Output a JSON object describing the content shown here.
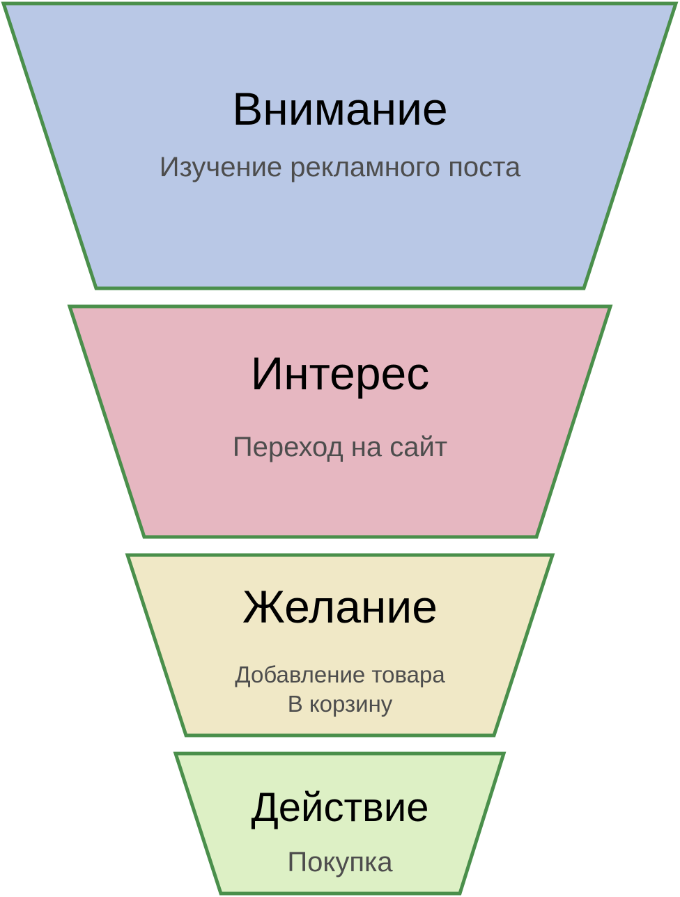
{
  "colors": {
    "stroke": "#4a8f4b",
    "stage_fills": [
      "#b9c8e6",
      "#e6b7c1",
      "#f0e8c6",
      "#ddf0c5"
    ]
  },
  "stages": [
    {
      "title": "Внимание",
      "subtitle": "Изучение рекламного поста"
    },
    {
      "title": "Интерес",
      "subtitle": "Переход на сайт"
    },
    {
      "title": "Желание",
      "subtitle_lines": [
        "Добавление товара",
        "В корзину"
      ]
    },
    {
      "title": "Действие",
      "subtitle": "Покупка"
    }
  ]
}
